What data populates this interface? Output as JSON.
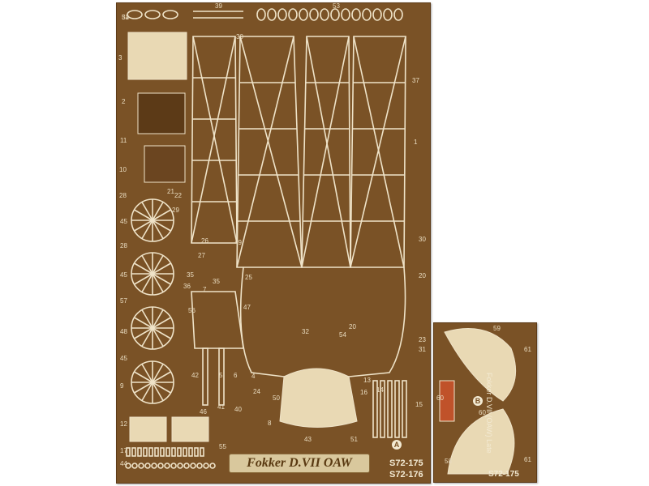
{
  "image": {
    "colors": {
      "background": "#ffffff",
      "brass": "#7a5226",
      "brass_dark": "#5c3a17",
      "part_light": "#e9d9b4",
      "line": "#efe3c8"
    }
  },
  "fret": {
    "title": "Fokker D.VII OAW",
    "codes": [
      "S72-175",
      "S72-176"
    ],
    "marker": "A",
    "part_numbers": [
      "52",
      "39",
      "53",
      "3",
      "30",
      "2",
      "37",
      "11",
      "1",
      "10",
      "28",
      "22",
      "29",
      "45",
      "26",
      "27",
      "49",
      "28",
      "30",
      "45",
      "35",
      "35",
      "25",
      "57",
      "56",
      "47",
      "48",
      "20",
      "20",
      "31",
      "45",
      "42",
      "5",
      "6",
      "4",
      "9",
      "46",
      "41",
      "12",
      "40",
      "8",
      "50",
      "43",
      "51",
      "13",
      "14",
      "16",
      "15",
      "17",
      "55",
      "44",
      "54",
      "21",
      "23",
      "32",
      "24",
      "7",
      "36",
      "34"
    ]
  },
  "small_fret": {
    "code": "S72-175",
    "side_text": "Fokker D.VII (OAW) Late",
    "marker": "B",
    "part_numbers": [
      "59",
      "60",
      "61",
      "58",
      "60",
      "61"
    ]
  }
}
